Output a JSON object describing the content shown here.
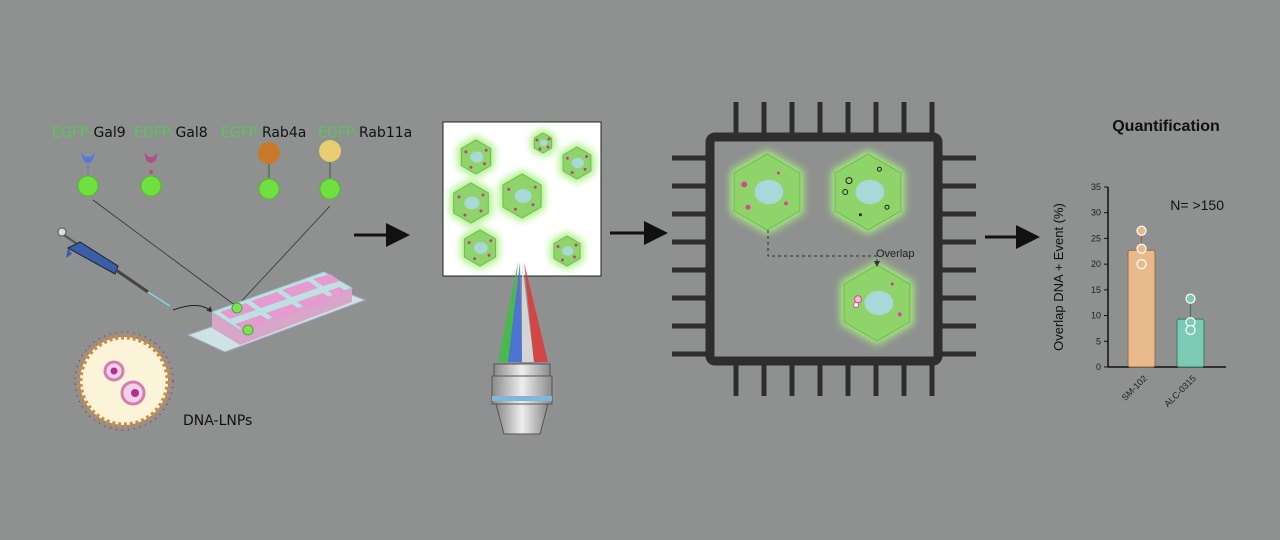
{
  "labels": {
    "markers": [
      {
        "prefix": "EGFP-",
        "name": "Gal9",
        "color": "#5a78d8"
      },
      {
        "prefix": "EGFP-",
        "name": "Gal8",
        "color": "#b0508a"
      },
      {
        "prefix": "EGFP-",
        "name": "Rab4a",
        "color": "#c87a2a"
      },
      {
        "prefix": "EGFP-",
        "name": "Rab11a",
        "color": "#e8cc70"
      }
    ],
    "lnp": "DNA-LNPs",
    "overlap": "Overlap",
    "quant_title": "Quantification",
    "n_note": "N= >150"
  },
  "colors": {
    "background": "#8e918f",
    "cell": "#8fd46a",
    "glow": "#a8f080",
    "nucleus": "#a8d8d8",
    "chip": "#2e2e2e"
  },
  "chart_data": {
    "type": "bar",
    "title": "Quantification",
    "ylabel": "Overlap DNA + Event (%)",
    "xlabel": "",
    "categories": [
      "SM-102",
      "ALC-0315"
    ],
    "values": [
      22.7,
      9.3
    ],
    "points": [
      [
        26.5,
        23.0,
        20.0
      ],
      [
        13.3,
        8.7,
        7.2
      ]
    ],
    "bar_colors": [
      "#e8b98a",
      "#7ccab4"
    ],
    "ylim": [
      0,
      35
    ],
    "yticks": [
      "0",
      "5",
      "10",
      "15",
      "20",
      "25",
      "30",
      "35"
    ],
    "annotation": "N= >150"
  }
}
